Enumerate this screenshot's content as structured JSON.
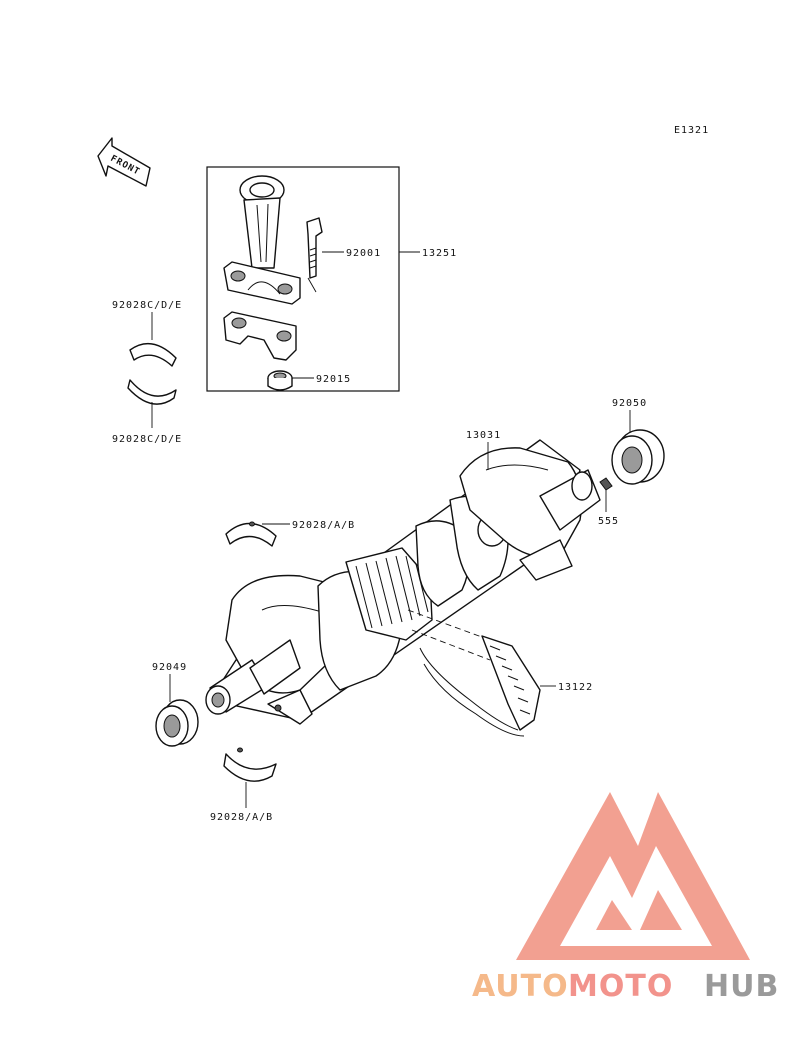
{
  "diagram": {
    "ref_code": "E1321",
    "front_label": "FRONT",
    "labels": {
      "rod_bolt": "92001",
      "con_rod_assy": "13251",
      "rod_nut": "92015",
      "rod_bearing_upper": "92028C/D/E",
      "rod_bearing_lower": "92028C/D/E",
      "right_oil_seal": "92050",
      "crankshaft": "13031",
      "key": "555",
      "main_bearing_upper": "92028/A/B",
      "left_oil_seal": "92049",
      "cam_chain": "13122",
      "main_bearing_lower": "92028/A/B"
    }
  },
  "watermark": {
    "brand_part1": "AUTO",
    "brand_part2": "MOTO",
    "brand_part3": "HUB",
    "colors": {
      "auto": "#f5b98a",
      "moto": "#f2938c",
      "hub": "#9a9a9a",
      "logo": "#f0907e"
    }
  }
}
